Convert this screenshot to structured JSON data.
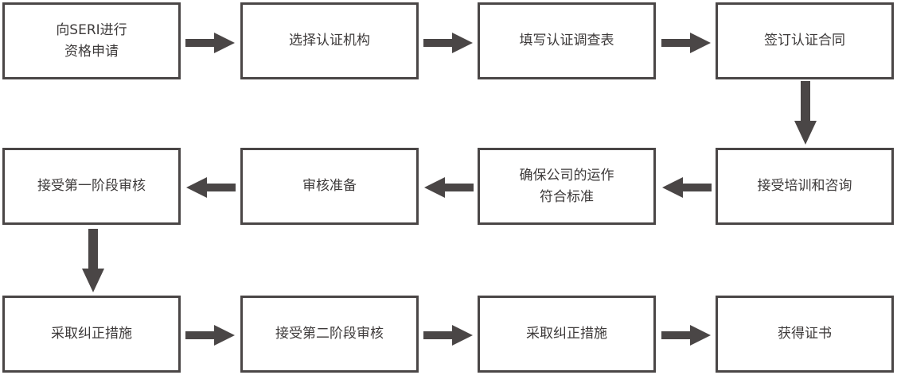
{
  "colors": {
    "border": "#4a4646",
    "arrow": "#4a4646",
    "text": "#3d3a3a",
    "background": "#ffffff"
  },
  "steps": [
    {
      "lines": [
        "向SERI进行",
        "资格申请"
      ]
    },
    {
      "lines": [
        "选择认证机构"
      ]
    },
    {
      "lines": [
        "填写认证调查表"
      ]
    },
    {
      "lines": [
        "签订认证合同"
      ]
    },
    {
      "lines": [
        "接受培训和咨询"
      ]
    },
    {
      "lines": [
        "确保公司的运作",
        "符合标准"
      ]
    },
    {
      "lines": [
        "审核准备"
      ]
    },
    {
      "lines": [
        "接受第一阶段审核"
      ]
    },
    {
      "lines": [
        "采取纠正措施"
      ]
    },
    {
      "lines": [
        "接受第二阶段审核"
      ]
    },
    {
      "lines": [
        "采取纠正措施"
      ]
    },
    {
      "lines": [
        "获得证书"
      ]
    }
  ]
}
